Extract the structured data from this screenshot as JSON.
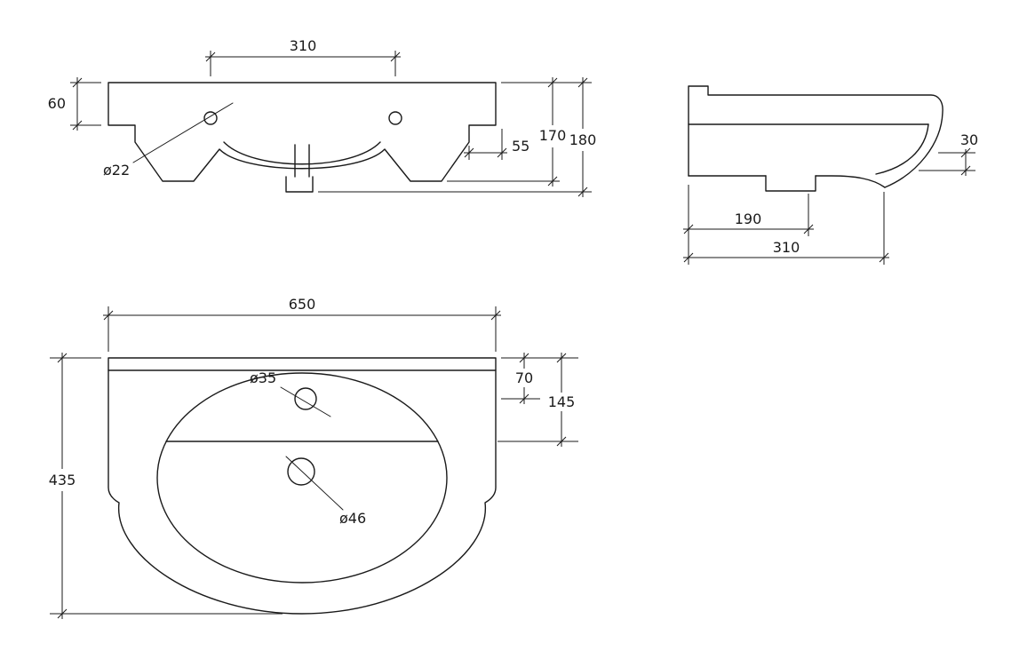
{
  "drawing": {
    "background": "#ffffff",
    "line_color": "#1a1a1a"
  },
  "views": {
    "front": {
      "dimensions": {
        "tap_spacing": "310",
        "back_height": "60",
        "height_body": "170",
        "height_overall": "180",
        "side_offset": "55",
        "tap_hole": "ø22"
      }
    },
    "side": {
      "dimensions": {
        "front_lip": "30",
        "ledge_depth": "190",
        "depth_overall": "310"
      }
    },
    "plan": {
      "dimensions": {
        "width_overall": "650",
        "tap_center_offset": "70",
        "bowl_back_offset": "145",
        "depth_overall": "435",
        "tap_hole": "ø35",
        "waste_hole": "ø46"
      }
    }
  }
}
